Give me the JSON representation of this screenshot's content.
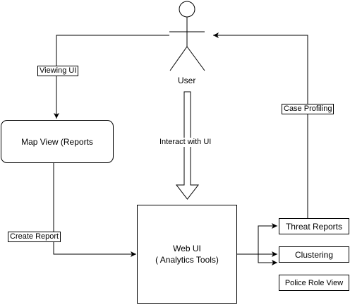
{
  "actor": {
    "label": "User"
  },
  "nodes": {
    "map_view": "Map View (Reports",
    "web_ui": "Web UI\n( Analytics Tools)",
    "threat_reports": "Threat Reports",
    "clustering": "Clustering",
    "police_role_view": "Police Role View"
  },
  "edges": {
    "viewing_ui": "Viewing UI",
    "interact_with_ui": "Interact with UI",
    "create_report": "Create Report",
    "case_profiling": "Case Profiling"
  }
}
